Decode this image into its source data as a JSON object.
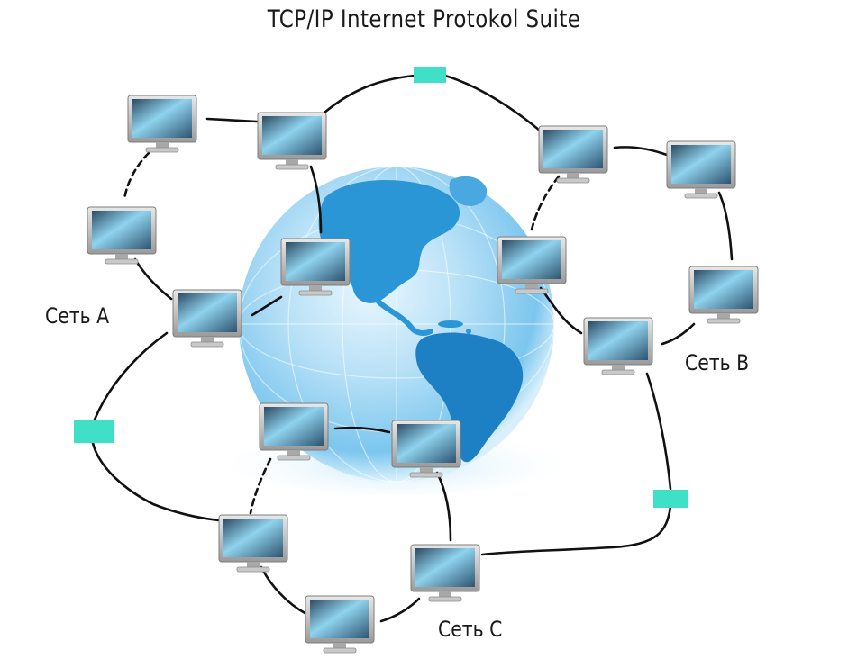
{
  "title": "TCP/IP Internet Protokol Suite",
  "networks": {
    "a": "Сеть A",
    "b": "Сеть B",
    "c": "Сеть C"
  },
  "colors": {
    "link": "#111111",
    "router": "#40e0c8",
    "ocean": "#6cc3ec",
    "land": "#1d8bd0"
  },
  "icons": {
    "computer": "monitor-icon",
    "globe": "globe-icon",
    "router": "router-icon"
  }
}
